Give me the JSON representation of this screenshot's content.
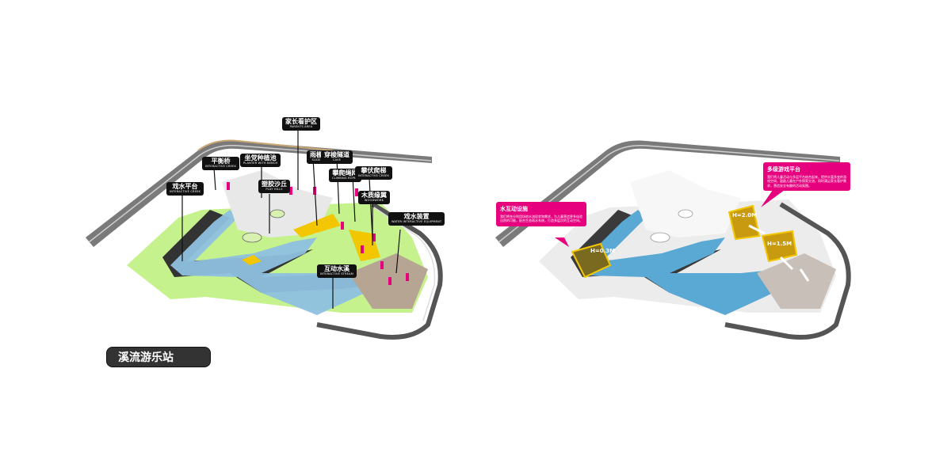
{
  "left_labels": [
    {
      "zh": "家长看护区",
      "en": "PARENTS AREA"
    },
    {
      "zh": "坐党种植池",
      "en": "PLANTER WITH BENCH"
    },
    {
      "zh": "平衡桥",
      "en": "INTERACTIVE CREEK"
    },
    {
      "zh": "雨棚",
      "en": "SLIDE"
    },
    {
      "zh": "穿梭隧道",
      "en": "CAVE"
    },
    {
      "zh": "攀爬绳网",
      "en": "CLIMBING ROPES"
    },
    {
      "zh": "攀伏爬梯",
      "en": "INTERACTIVE CREEK"
    },
    {
      "zh": "戏水平台",
      "en": "INTERACTIVE CREEK"
    },
    {
      "zh": "塑胶沙丘",
      "en": "PLAY HILLS"
    },
    {
      "zh": "木质缘翼",
      "en": "WOODWORK"
    },
    {
      "zh": "戏水装置",
      "en": "WATER INTERACTIVE EQUIPMENT"
    },
    {
      "zh": "互动水溪",
      "en": "INTERACTIVE STREAM"
    }
  ],
  "title": "溪流游乐站",
  "callout_water": {
    "title": "水互动设施",
    "body": "我们将充分利用场地水流现状和需求，为儿童营造更多体验自然的可能，配合生态雨水系统，打造多层次的互动空间。"
  },
  "callout_platform": {
    "title": "多级游戏平台",
    "body": "我们将儿童活动与多层平台结合起来，提供丰富多变的游戏空间，鼓励儿童在户外探索交流，同时满足家长看护需求，营造安全有趣的活动氛围。"
  },
  "heights": [
    "H=0.3M",
    "H=2.0M",
    "H=1.5M"
  ],
  "colors": {
    "water": "#6fb3d8",
    "grass": "#c6f28e",
    "magenta": "#e6007e",
    "yellow": "#f2c600",
    "dark": "#2a2a2a"
  }
}
